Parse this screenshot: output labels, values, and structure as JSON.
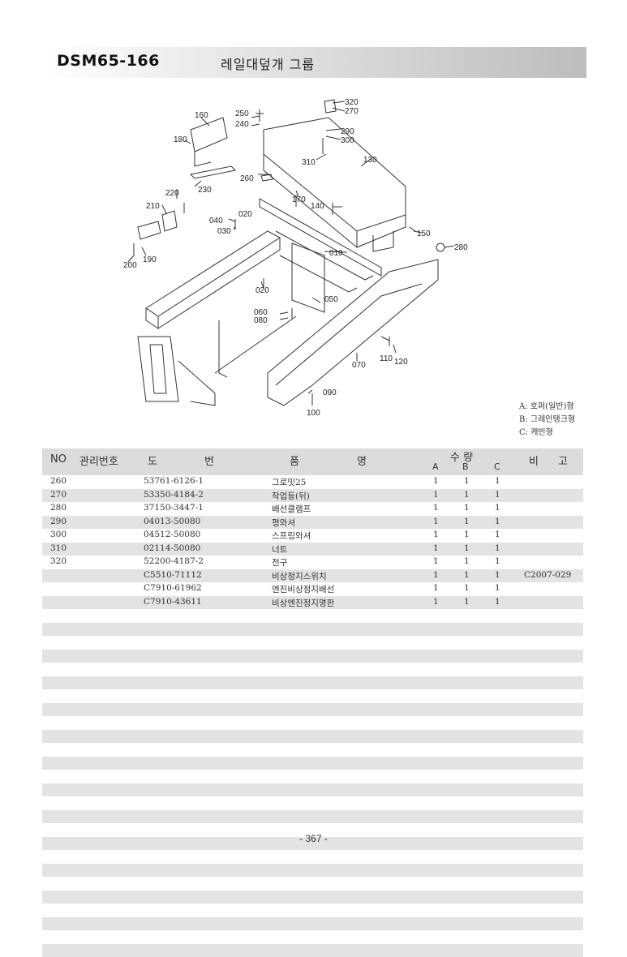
{
  "header": {
    "code": "DSM65-166",
    "title": "레일대덮개 그룹"
  },
  "diagram": {
    "callouts": [
      "320",
      "270",
      "160",
      "250",
      "240",
      "290",
      "300",
      "180",
      "310",
      "130",
      "260",
      "230",
      "170",
      "140",
      "220",
      "210",
      "040",
      "020",
      "030",
      "150",
      "280",
      "010",
      "190",
      "200",
      "020",
      "060",
      "080",
      "050",
      "110",
      "120",
      "070",
      "090",
      "100"
    ]
  },
  "legend": [
    "A: 호퍼(일반)형",
    "B: 그레인탱크형",
    "C: 캐빈형"
  ],
  "table": {
    "headers": {
      "no": "NO",
      "mgmt": "관리번호",
      "drawing_a": "도",
      "drawing_b": "번",
      "name_a": "품",
      "name_b": "명",
      "qty": "수 량",
      "a": "A",
      "b": "B",
      "c": "C",
      "note_a": "비",
      "note_b": "고"
    },
    "rows": [
      {
        "no": "260",
        "dwg": "53761-6126-1",
        "name": "그로밋25",
        "a": "1",
        "b": "1",
        "c": "1",
        "note": ""
      },
      {
        "no": "270",
        "dwg": "53350-4184-2",
        "name": "작업등(뒤)",
        "a": "1",
        "b": "1",
        "c": "1",
        "note": ""
      },
      {
        "no": "280",
        "dwg": "37150-3447-1",
        "name": "배선클램프",
        "a": "1",
        "b": "1",
        "c": "1",
        "note": ""
      },
      {
        "no": "290",
        "dwg": "04013-50080",
        "name": "평와셔",
        "a": "1",
        "b": "1",
        "c": "1",
        "note": ""
      },
      {
        "no": "300",
        "dwg": "04512-50080",
        "name": "스프링와셔",
        "a": "1",
        "b": "1",
        "c": "1",
        "note": ""
      },
      {
        "no": "310",
        "dwg": "02114-50080",
        "name": "너트",
        "a": "1",
        "b": "1",
        "c": "1",
        "note": ""
      },
      {
        "no": "320",
        "dwg": "52200-4187-2",
        "name": "전구",
        "a": "1",
        "b": "1",
        "c": "1",
        "note": ""
      },
      {
        "no": "",
        "dwg": "C5510-71112",
        "name": "비상정지스위치",
        "a": "1",
        "b": "1",
        "c": "1",
        "note": "C2007-029"
      },
      {
        "no": "",
        "dwg": "C7910-61962",
        "name": "엔진비상정지배선",
        "a": "1",
        "b": "1",
        "c": "1",
        "note": ""
      },
      {
        "no": "",
        "dwg": "C7910-43611",
        "name": "비상엔진정지명판",
        "a": "1",
        "b": "1",
        "c": "1",
        "note": ""
      }
    ]
  },
  "page_number": "- 367 -"
}
